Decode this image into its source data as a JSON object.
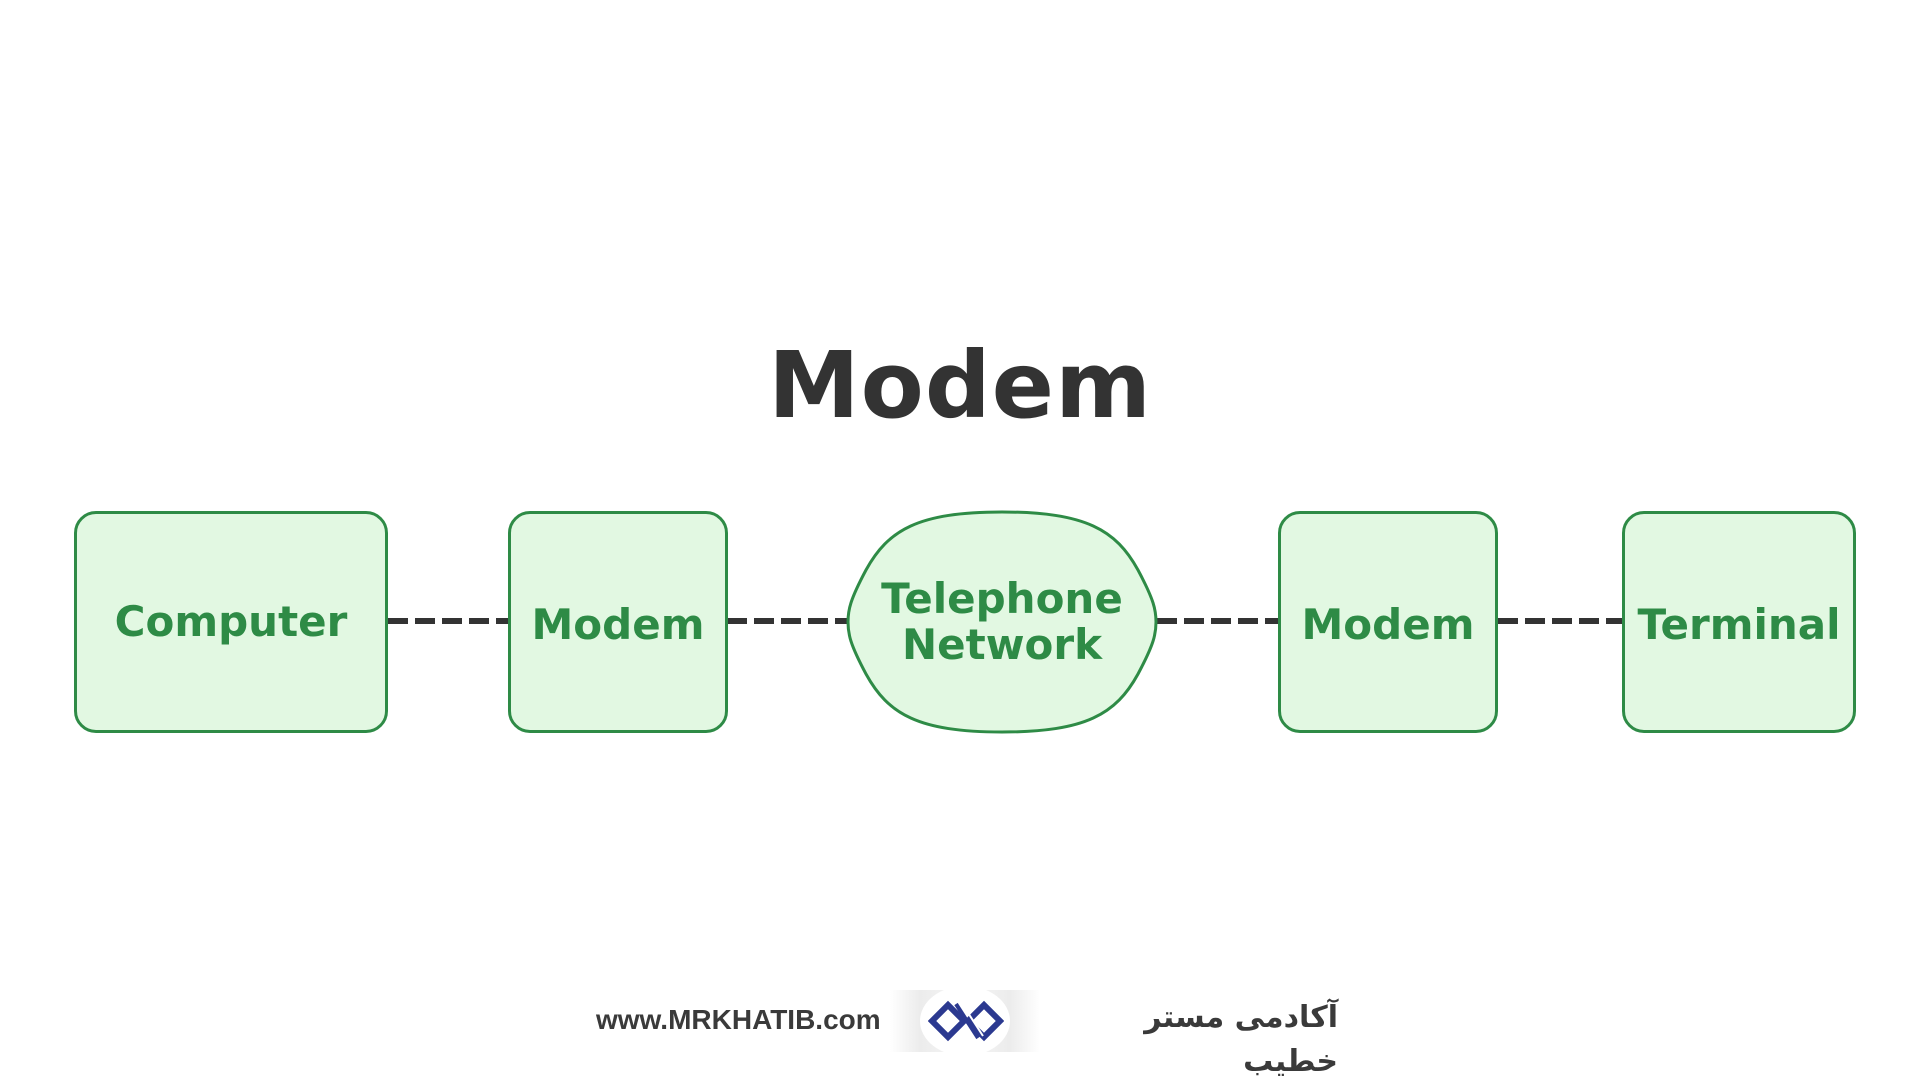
{
  "diagram": {
    "title": "Modem",
    "nodes": [
      {
        "id": "computer",
        "label": "Computer",
        "shape": "rounded-rect"
      },
      {
        "id": "modem-1",
        "label": "Modem",
        "shape": "rounded-rect"
      },
      {
        "id": "telephone-network",
        "label_line1": "Telephone",
        "label_line2": "Network",
        "shape": "ellipse"
      },
      {
        "id": "modem-2",
        "label": "Modem",
        "shape": "rounded-rect"
      },
      {
        "id": "terminal",
        "label": "Terminal",
        "shape": "rounded-rect"
      }
    ],
    "edges": [
      {
        "from": "computer",
        "to": "modem-1",
        "style": "dashed"
      },
      {
        "from": "modem-1",
        "to": "telephone-network",
        "style": "dashed"
      },
      {
        "from": "telephone-network",
        "to": "modem-2",
        "style": "dashed"
      },
      {
        "from": "modem-2",
        "to": "terminal",
        "style": "dashed"
      }
    ],
    "colors": {
      "node_border": "#2e8b46",
      "node_fill": "#e2f8e2",
      "node_text": "#2e8b46",
      "title_text": "#333333",
      "edge": "#333333"
    }
  },
  "footer": {
    "url": "www.MRKHATIB.com",
    "brand_name": "آکادمی مستر خطیب",
    "logo_icon": "interlocking-diamonds-logo",
    "logo_color": "#2b3990"
  }
}
